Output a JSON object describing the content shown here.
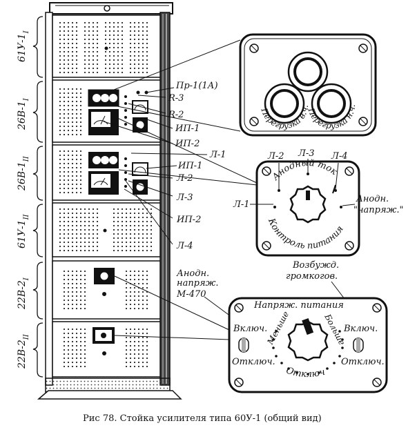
{
  "caption": "Рис 78. Стойка усилителя типа 60У-1 (общий вид)",
  "rack_units": {
    "u1": "61У-1",
    "u1_sub": "I",
    "u2": "26В-1",
    "u2_sub": "I",
    "u3": "26В-1",
    "u3_sub": "II",
    "u4": "61У-1",
    "u4_sub": "II",
    "u5": "22В-2",
    "u5_sub": "I",
    "u6": "22В-2",
    "u6_sub": "II"
  },
  "callouts": {
    "pr1": "Пр-1(1А)",
    "r3": "R-3",
    "r2": "R-2",
    "ip1_upper": "ИП-1",
    "ip2_upper": "ИП-2",
    "l1_upper": "Л-1",
    "ip1_lower": "ИП-1",
    "l2_left": "Л-2",
    "l3_left": "Л-3",
    "ip2_lower": "ИП-2",
    "l4_left": "Л-4",
    "anod_line1": "Анодн.",
    "anod_line2": "напряж.",
    "anod_line3": "М-470",
    "vozb_line1": "Возбужд.",
    "vozb_line2": "громкогов."
  },
  "overload_panel": {
    "label_left": "Перегрузка в.ч.",
    "label_right": "Перегрузка н.ч."
  },
  "control_panel": {
    "l2": "Л-2",
    "l3": "Л-3",
    "l4": "Л-4",
    "l1": "Л-1",
    "anodny_tok": "Анодный ток",
    "kontrol_pitaniya": "Контроль питания",
    "anodn_right_1": "Анодн.",
    "anodn_right_2": "\"напряж.\""
  },
  "supply_panel": {
    "top": "Напряж. питания",
    "menshe": "Меньше",
    "bolshe": "Больше",
    "vklyuch_left": "Включ.",
    "vklyuch_right": "Включ.",
    "otklyuch_left": "Отключ.",
    "otklyuch_right": "Отключ.",
    "otklyuch_bottom": "Отключ"
  }
}
